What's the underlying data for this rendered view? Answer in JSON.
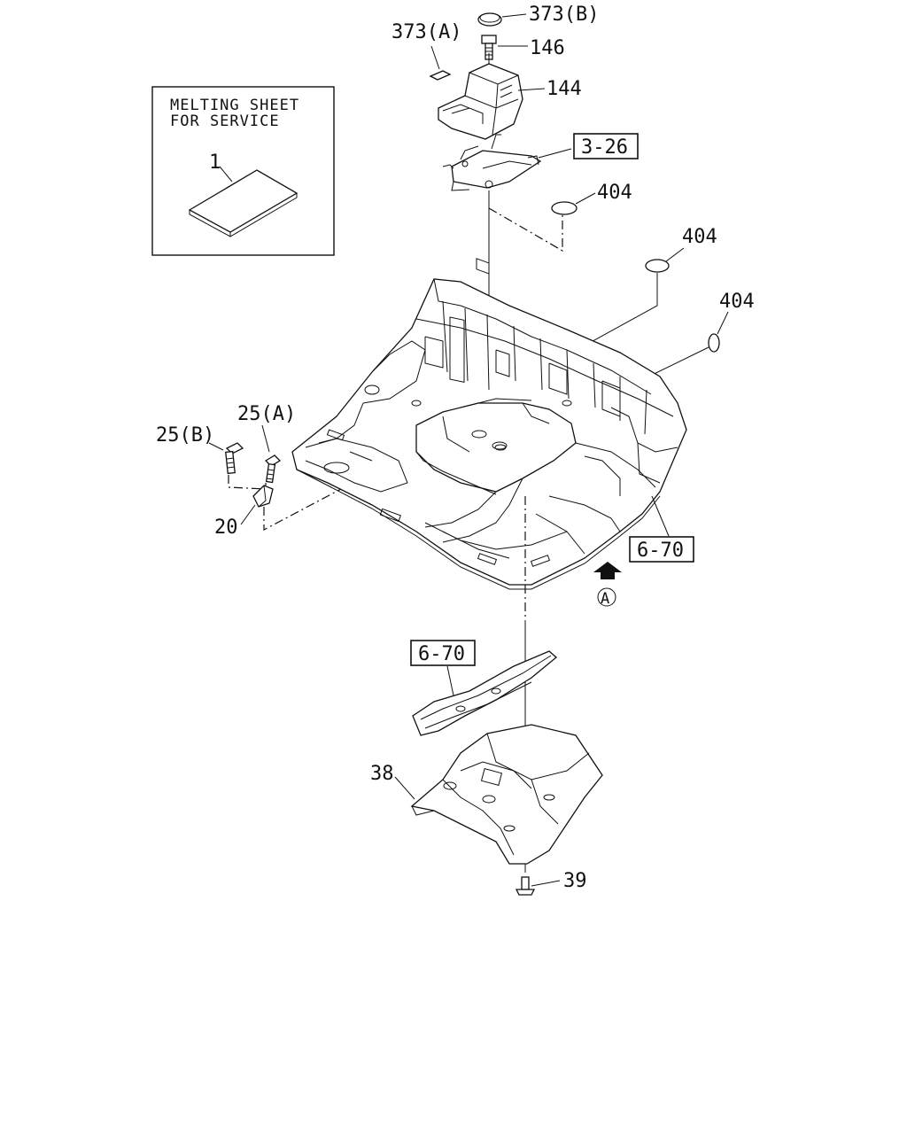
{
  "diagram": {
    "inset": {
      "title_line1": "MELTING SHEET",
      "title_line2": "FOR SERVICE",
      "part_no": "1"
    },
    "callouts": {
      "c373b": "373(B)",
      "c373a": "373(A)",
      "c146": "146",
      "c144": "144",
      "c404a": "404",
      "c404b": "404",
      "c404c": "404",
      "c25a": "25(A)",
      "c25b": "25(B)",
      "c20": "20",
      "c38": "38",
      "c39": "39",
      "ref_a": "A"
    },
    "refs": {
      "r326": "3-26",
      "r670a": "6-70",
      "r670b": "6-70"
    }
  }
}
